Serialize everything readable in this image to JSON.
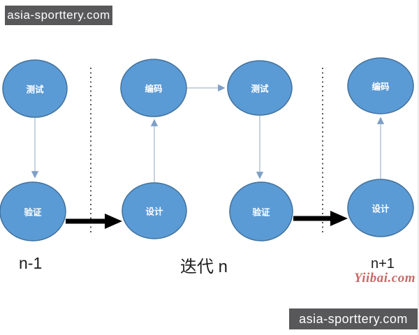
{
  "header": {
    "site_label": "asia-sporttery.com"
  },
  "footer": {
    "site_label": "asia-sporttery.com"
  },
  "watermark": {
    "text": "Yiibai.com",
    "color": "#c0504d"
  },
  "diagram": {
    "type": "iterative-process-flow",
    "nodes": [
      {
        "id": "n1-test",
        "label": "测试"
      },
      {
        "id": "n1-verify",
        "label": "验证"
      },
      {
        "id": "n-code",
        "label": "编码"
      },
      {
        "id": "n-test",
        "label": "测试"
      },
      {
        "id": "n-design",
        "label": "设计"
      },
      {
        "id": "n-verify",
        "label": "验证"
      },
      {
        "id": "np1-code",
        "label": "编码"
      },
      {
        "id": "np1-design",
        "label": "设计"
      }
    ],
    "edges": [
      {
        "from": "n1-test",
        "to": "n1-verify",
        "style": "thin-arrow"
      },
      {
        "from": "n1-verify",
        "to": "n-design",
        "style": "thick-black-arrow"
      },
      {
        "from": "n-design",
        "to": "n-code",
        "style": "thin-arrow"
      },
      {
        "from": "n-code",
        "to": "n-test",
        "style": "thin-arrow"
      },
      {
        "from": "n-test",
        "to": "n-verify",
        "style": "thin-arrow"
      },
      {
        "from": "n-verify",
        "to": "np1-design",
        "style": "thick-black-arrow"
      },
      {
        "from": "np1-design",
        "to": "np1-code",
        "style": "thin-arrow"
      }
    ],
    "section_labels": [
      {
        "text": "n-1"
      },
      {
        "text": "迭代  n"
      },
      {
        "text": "n+1"
      }
    ],
    "colors": {
      "node_fill": "#5b9bd5",
      "node_stroke": "#41719c",
      "connector": "#a8bacd",
      "connector_arrowhead": "#7f9fc6",
      "thick_arrow": "#000000",
      "dotted_divider": "#555555",
      "label_box_bg": "#58585a",
      "label_box_text": "#ffffff"
    }
  }
}
